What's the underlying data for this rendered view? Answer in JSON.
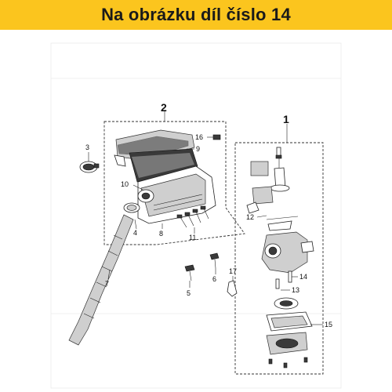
{
  "banner": {
    "text": "Na obrázku díl číslo 14",
    "color": "#fbc51e"
  },
  "group_labels": {
    "g1": "1",
    "g2": "2"
  },
  "labels": {
    "p3": "3",
    "p4": "4",
    "p5": "5",
    "p6": "6",
    "p7": "7",
    "p8": "8",
    "p9": "9",
    "p10": "10",
    "p11": "11",
    "p12": "12",
    "p13": "13",
    "p14": "14",
    "p15": "15",
    "p16": "16",
    "p17": "17"
  }
}
